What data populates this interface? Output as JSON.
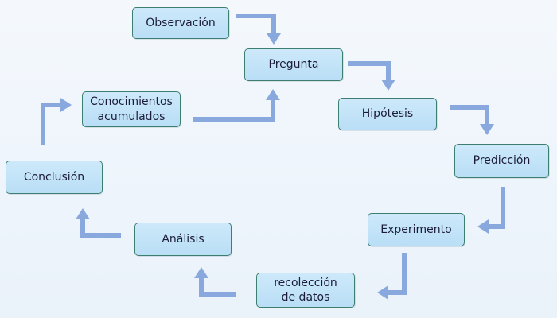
{
  "diagram": {
    "nodes": {
      "observacion": "Observación",
      "pregunta": "Pregunta",
      "hipotesis": "Hipótesis",
      "prediccion": "Predicción",
      "experimento": "Experimento",
      "recoleccion": "recolección\nde datos",
      "analisis": "Análisis",
      "conclusion": "Conclusión",
      "conocimientos": "Conocimientos\nacumulados"
    },
    "colors": {
      "node_fill": "#c4e4f8",
      "node_border": "#3c7f6e",
      "arrow": "#88a8de",
      "background": "#eef4fb"
    }
  }
}
